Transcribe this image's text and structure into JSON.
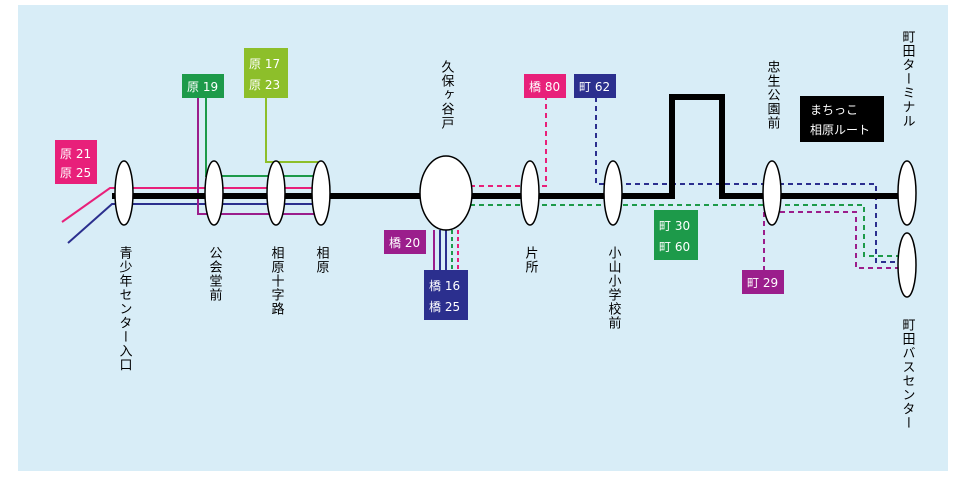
{
  "colors": {
    "background": "#d8edf7",
    "main_line": "#000000",
    "pink": "#e8207a",
    "purple": "#9b1e8c",
    "navy": "#2b2f8e",
    "green": "#1d9a4a",
    "lime": "#8dbf2a"
  },
  "route_labels": [
    {
      "id": "hara21-25",
      "lines": [
        "原 21",
        "原 25"
      ],
      "color": "#e8207a"
    },
    {
      "id": "hara19",
      "lines": [
        "原 19"
      ],
      "color": "#1d9a4a"
    },
    {
      "id": "hara17-23",
      "lines": [
        "原 17",
        "原 23"
      ],
      "color": "#8dbf2a"
    },
    {
      "id": "hashi80",
      "lines": [
        "橋 80"
      ],
      "color": "#e8207a"
    },
    {
      "id": "machi62",
      "lines": [
        "町 62"
      ],
      "color": "#2b2f8e"
    },
    {
      "id": "hashi20",
      "lines": [
        "橋 20"
      ],
      "color": "#9b1e8c"
    },
    {
      "id": "hashi16-25",
      "lines": [
        "橋 16",
        "橋 25"
      ],
      "color": "#2b2f8e"
    },
    {
      "id": "machi30-60",
      "lines": [
        "町 30",
        "町 60"
      ],
      "color": "#1d9a4a"
    },
    {
      "id": "machi29",
      "lines": [
        "町 29"
      ],
      "color": "#9b1e8c"
    }
  ],
  "special_route": {
    "lines": [
      "まちっこ",
      "相原ルート"
    ]
  },
  "stops": {
    "seishonen": "青少年センター入口",
    "kokaidomae": "公会堂前",
    "aiharajujiro": "相原十字路",
    "aihara": "相原",
    "kubogayato": "久保ヶ谷戸",
    "katasho": "片所",
    "oyamashogakko": "小山小学校前",
    "chuseikoen": "忠生公園前",
    "machida_terminal": "町田ターミナル",
    "machida_bus_center": "町田バスセンター"
  }
}
